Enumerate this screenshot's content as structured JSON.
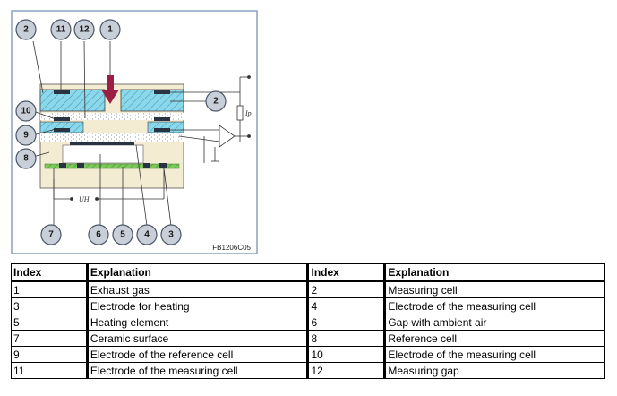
{
  "figure": {
    "code": "FB1206C05",
    "resistor_label": "Ip",
    "voltage_label": "UH",
    "callouts": [
      "1",
      "2",
      "2",
      "3",
      "4",
      "5",
      "6",
      "7",
      "8",
      "9",
      "10",
      "11",
      "12"
    ]
  },
  "legend": {
    "headers": {
      "index": "Index",
      "explanation": "Explanation"
    },
    "rows": [
      {
        "index_a": "1",
        "expl_a": "Exhaust gas",
        "index_b": "2",
        "expl_b": "Measuring cell"
      },
      {
        "index_a": "3",
        "expl_a": "Electrode for heating",
        "index_b": "4",
        "expl_b": "Electrode of the measuring cell"
      },
      {
        "index_a": "5",
        "expl_a": "Heating element",
        "index_b": "6",
        "expl_b": "Gap with ambient air"
      },
      {
        "index_a": "7",
        "expl_a": "Ceramic surface",
        "index_b": "8",
        "expl_b": "Reference cell"
      },
      {
        "index_a": "9",
        "expl_a": "Electrode of the reference cell",
        "index_b": "10",
        "expl_b": "Electrode of the measuring cell"
      },
      {
        "index_a": "11",
        "expl_a": "Electrode of the measuring cell",
        "index_b": "12",
        "expl_b": "Measuring gap"
      }
    ]
  },
  "colors": {
    "frame": "#8aa2c0",
    "measuring_cell": "#8ad8ec",
    "ceramic": "#f3ecd2",
    "heater": "#7cc85a",
    "arrow": "#9b1f45",
    "electrode": "#2a3342"
  }
}
